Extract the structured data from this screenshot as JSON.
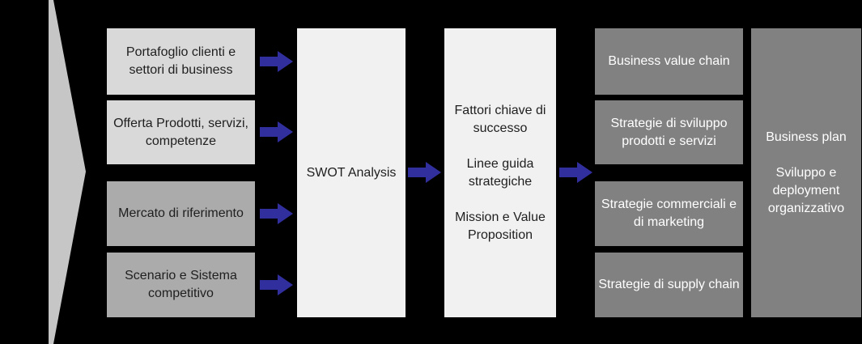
{
  "colors": {
    "background": "#000000",
    "chevron": "#c6c6c6",
    "box_light": "#d9d9d9",
    "box_medium": "#ababab",
    "box_pale": "#f1f1f1",
    "box_dark": "#818181",
    "arrow": "#312f9e",
    "text_dark": "#1f1f1f",
    "text_light": "#ffffff"
  },
  "diagram": {
    "funnel_inputs": [
      {
        "label": "Portafoglio clienti e settori di business",
        "tone": "light"
      },
      {
        "label": "Offerta Prodotti, servizi, competenze",
        "tone": "light"
      },
      {
        "label": "Mercato di riferimento",
        "tone": "medium"
      },
      {
        "label": "Scenario e Sistema competitivo",
        "tone": "medium"
      }
    ],
    "swot_label": "SWOT Analysis",
    "strategic_outcomes": [
      "Fattori chiave di successo",
      "Linee guida strategiche",
      "Mission e Value Proposition"
    ],
    "strategies": [
      "Business value chain",
      "Strategie di sviluppo prodotti e servizi",
      "Strategie commerciali e di marketing",
      "Strategie di supply chain"
    ],
    "execution": [
      "Business plan",
      "Sviluppo e deployment organizzativo"
    ],
    "icons": {
      "flow_arrow": "arrow-right-icon",
      "funnel": "chevron-funnel-shape"
    }
  }
}
